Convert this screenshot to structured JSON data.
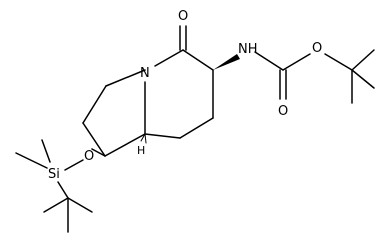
{
  "molecule": {
    "atoms": {
      "oxo_oxygen": "O",
      "ring_nitrogen": "N",
      "amide_nh": "NH",
      "ester_oxygen": "O",
      "carbonyl_oxygen": "O",
      "silyl_ether_oxygen": "O",
      "silicon": "Si",
      "stereo_hydrogen": "H"
    }
  }
}
